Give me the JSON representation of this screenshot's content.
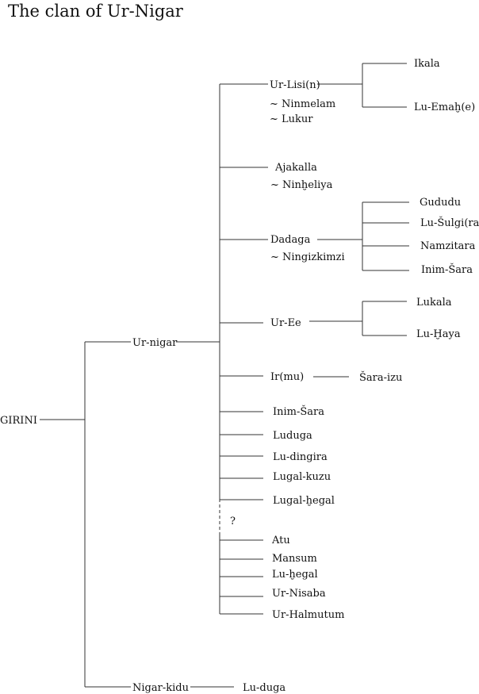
{
  "title": "The clan of Ur-Nigar",
  "root": "GIRINI",
  "generation1": [
    "Ur-nigar",
    "Nigar-kidu"
  ],
  "nigar_kidu_child": "Lu-duga",
  "ur_nigar_children": {
    "ur_lisi": "Ur-Lisi(n)",
    "ur_lisi_spouses": [
      "~ Ninmelam",
      "~ Lukur"
    ],
    "ur_lisi_children": [
      "Ikala",
      "Lu-Emaḫ(e)"
    ],
    "ajakalla": "Ajakalla",
    "ajakalla_spouse": "~ Ninḫeliya",
    "dadaga": "Dadaga",
    "dadaga_spouse": "~ Ningizkimzi",
    "dadaga_children": [
      "Gududu",
      "Lu-Šulgi(ra)",
      "Namzitara",
      "Inim-Šara"
    ],
    "ur_ee": "Ur-Ee",
    "ur_ee_children": [
      "Lukala",
      "Lu-Ḫaya"
    ],
    "irmu": "Ir(mu)",
    "irmu_child": "Šara-izu",
    "others": [
      "Inim-Šara",
      "Luduga",
      "Lu-dingira",
      "Lugal-kuzu",
      "Lugal-ḫegal"
    ],
    "uncertain": "?",
    "uncertain_children": [
      "Atu",
      "Mansum",
      "Lu-ḫegal",
      "Ur-Nisaba",
      "Ur-Halmutum"
    ]
  }
}
